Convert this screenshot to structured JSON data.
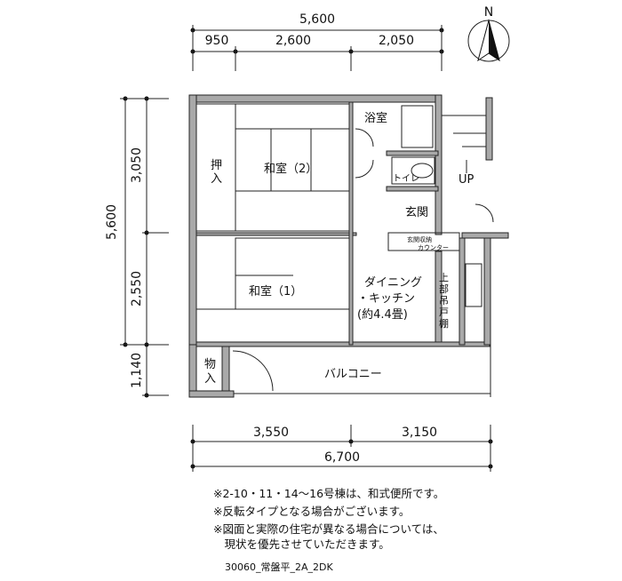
{
  "dimensions": {
    "top_total": "5,600",
    "top_segments": [
      "950",
      "2,600",
      "2,050"
    ],
    "left_total": "5,600",
    "left_segments": [
      "3,050",
      "2,550",
      "1,140"
    ],
    "bottom_segments": [
      "3,550",
      "3,150"
    ],
    "bottom_total": "6,700"
  },
  "compass": "N",
  "rooms": {
    "bath": "浴室",
    "closet": [
      "押",
      "入"
    ],
    "washitsu2": "和室（2）",
    "toilet": "トイレ",
    "up": "UP",
    "entrance": "玄関",
    "entrance_storage": "玄関収納",
    "counter": "カウンター",
    "washitsu1": "和室（1）",
    "dk": [
      "ダイニング",
      "・キッチン",
      "(約4.4畳)"
    ],
    "upper_cabinet": [
      "上",
      "部",
      "吊",
      "戸",
      "棚"
    ],
    "storage": [
      "物",
      "入"
    ],
    "balcony": "バルコニー"
  },
  "notes": [
    "※2-10・11・14〜16号棟は、和式便所です。",
    "※反転タイプとなる場合がございます。",
    "※図面と実際の住宅が異なる場合については、",
    "　現状を優先させていただきます。"
  ],
  "footer": "30060_常盤平_2A_2DK"
}
